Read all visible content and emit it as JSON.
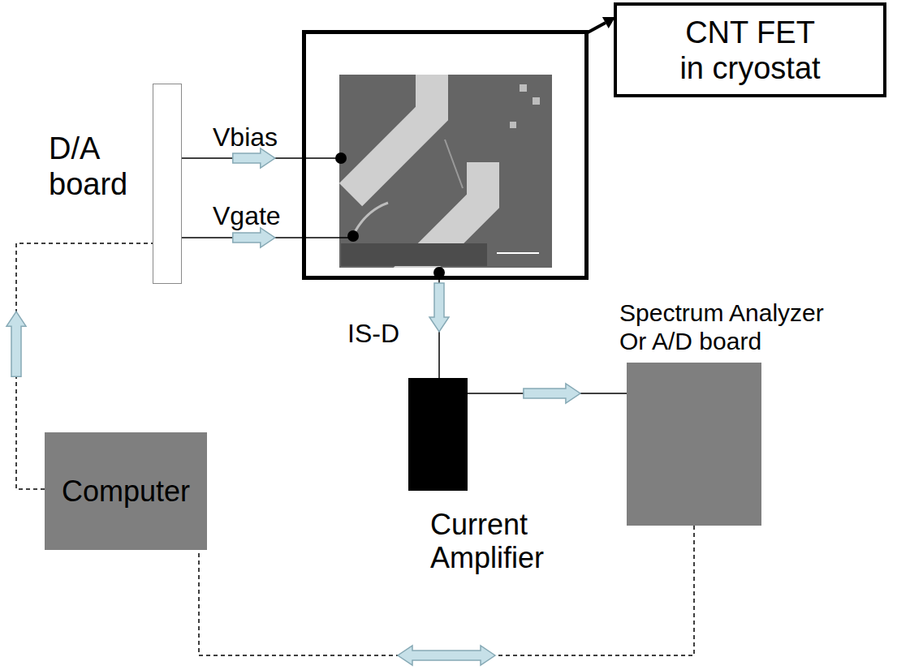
{
  "diagram": {
    "nodes": [
      {
        "text": [
          "D/A board"
        ]
      },
      {
        "text": [
          "CNT FET in cryostat"
        ]
      },
      {
        "text": [
          "Current Amplifier"
        ]
      },
      {
        "text": [
          "Spectrum Analyzer Or A/D board"
        ]
      },
      {
        "text": [
          "Computer"
        ]
      }
    ],
    "edges": [
      {
        "from": 0,
        "to": 1,
        "arrow": "to",
        "label": "Vbias"
      },
      {
        "from": 0,
        "to": 1,
        "arrow": "to",
        "label": "Vgate"
      },
      {
        "from": 1,
        "to": 2,
        "arrow": "to",
        "label": "IS-D"
      },
      {
        "from": 2,
        "to": 3,
        "arrow": "to"
      },
      {
        "from": 3,
        "to": 4,
        "arrow": "both"
      },
      {
        "from": 4,
        "to": 0,
        "arrow": "to"
      }
    ]
  }
}
